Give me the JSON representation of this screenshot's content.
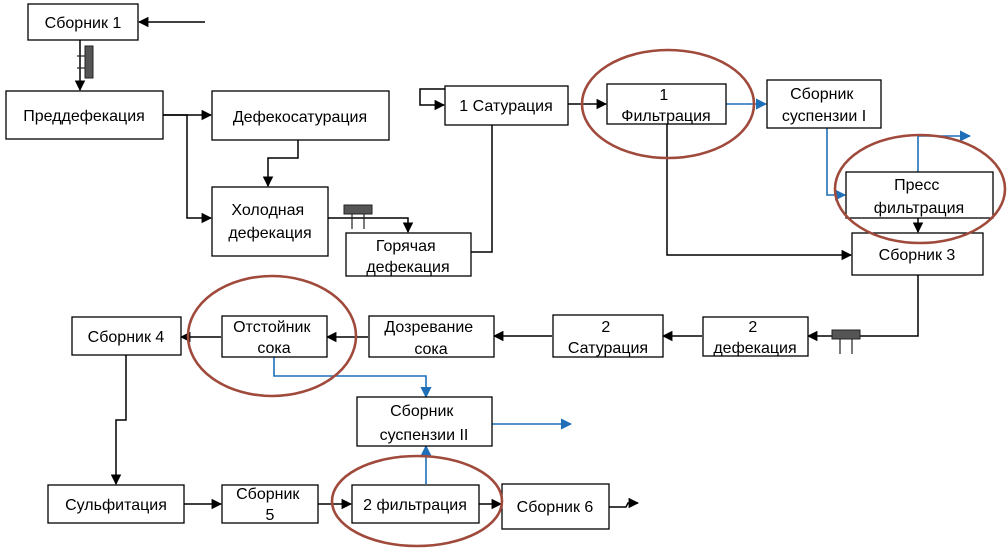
{
  "nodes": {
    "sbornik1": [
      "Сборник 1"
    ],
    "preddefekaciya": [
      "Преддефекация"
    ],
    "defekosaturaciya": [
      "Дефекосатурация"
    ],
    "holodnaya": [
      "Холодная",
      "дефекация"
    ],
    "goryachaya": [
      "Горячая",
      "дефекация"
    ],
    "saturaciya1": [
      "1 Сатурация"
    ],
    "filtraciya1": [
      "1",
      "Фильтрация"
    ],
    "sbornik_susp1": [
      "Сборник",
      "суспензии I"
    ],
    "press": [
      "Пресс",
      "фильтрация"
    ],
    "sbornik3": [
      "Сборник 3"
    ],
    "defekaciya2": [
      "2",
      "дефекация"
    ],
    "saturaciya2": [
      "2",
      "Сатурация"
    ],
    "dozrevanie": [
      "Дозревание",
      "сока"
    ],
    "otstoynik": [
      "Отстойник",
      "сока"
    ],
    "sbornik4": [
      "Сборник 4"
    ],
    "sbornik_susp2": [
      "Сборник",
      "суспензии II"
    ],
    "sulfitaciya": [
      "Сульфитация"
    ],
    "sbornik5": [
      "Сборник",
      "5"
    ],
    "filtraciya2": [
      "2 фильтрация"
    ],
    "sbornik6": [
      "Сборник 6"
    ]
  },
  "colors": {
    "box_border": "#000000",
    "process_line": "#000000",
    "suspension_line": "#1f6fb8",
    "highlight_ellipse": "#a04a3c",
    "valve": "#555555"
  },
  "icons": {
    "valve": "valve-icon"
  }
}
